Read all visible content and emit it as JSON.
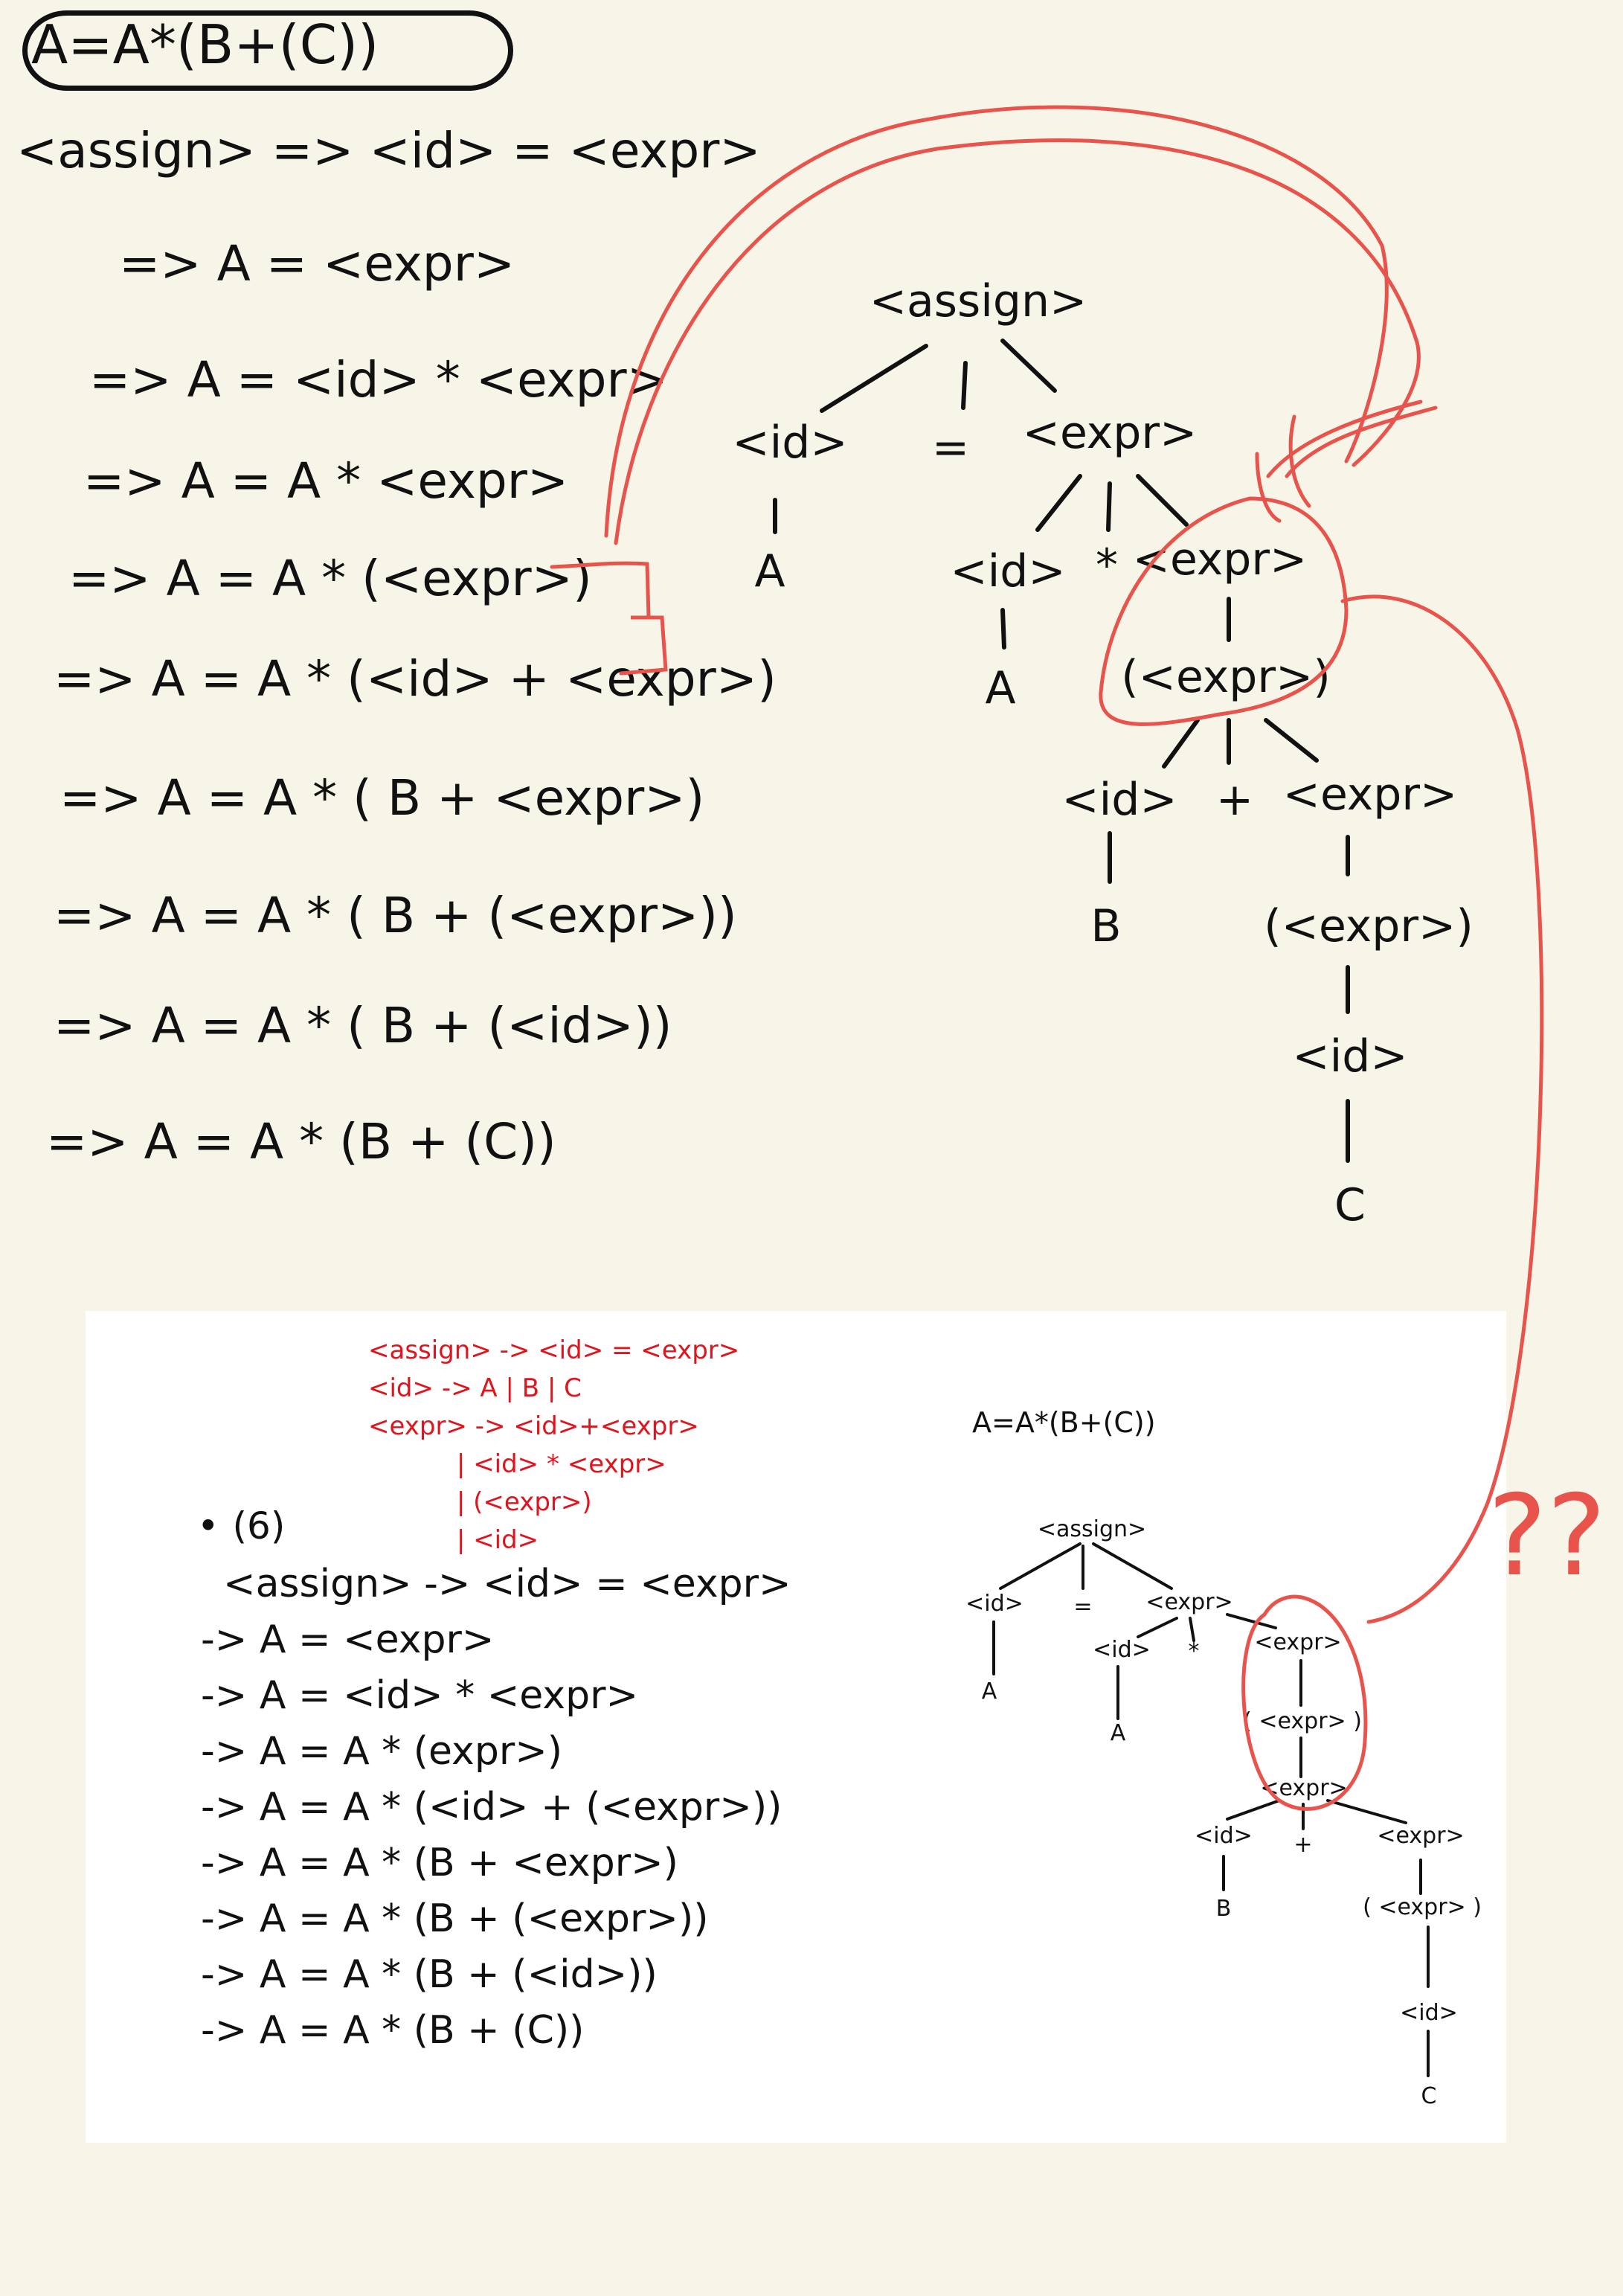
{
  "handwritten": {
    "title": "A=A*(B+(C))",
    "steps": [
      "<assign> => <id> = <expr>",
      "=> A = <expr>",
      "=> A = <id> * <expr>",
      "=> A = A * <expr>",
      "=> A = A * (<expr>)",
      "=> A = A * (<id> + <expr>)",
      "=> A = A * ( B + <expr>)",
      "=> A = A * ( B + (<expr>))",
      "=> A = A * ( B + (<id>))",
      "=> A = A * (B + (C))"
    ],
    "tree": {
      "assign": "<assign>",
      "id": "<id>",
      "eq": "=",
      "expr": "<expr>",
      "leaf_a": "A",
      "id2": "<id>",
      "star": "*",
      "expr2": "<expr>",
      "leaf_a2": "A",
      "paren_expr": "(<expr>)",
      "id3": "<id>",
      "plus": "+",
      "expr3": "<expr>",
      "leaf_b": "B",
      "paren_expr2": "(<expr>)",
      "id4": "<id>",
      "leaf_c": "C"
    },
    "question_marks": "??"
  },
  "slide": {
    "grammar": [
      "<assign> -> <id> = <expr>",
      "<id> -> A | B | C",
      "<expr> -> <id>+<expr>",
      "           | <id> * <expr>",
      "           | (<expr>)",
      "           | <id>"
    ],
    "bullet": "•",
    "problem_number": "(6)",
    "derivation": [
      "<assign> -> <id> = <expr>",
      "-> A = <expr>",
      "-> A = <id> * <expr>",
      "-> A = A * (expr>)",
      "-> A = A * (<id> + (<expr>))",
      "-> A = A * (B + <expr>)",
      "-> A = A * (B + (<expr>))",
      "-> A = A * (B + (<id>))",
      "-> A = A * (B + (C))"
    ],
    "tree_title": "A=A*(B+(C))",
    "tree": {
      "assign": "<assign>",
      "id": "<id>",
      "eq": "=",
      "expr": "<expr>",
      "leaf_a": "A",
      "id2": "<id>",
      "star": "*",
      "expr2": "<expr>",
      "leaf_a2": "A",
      "paren_expr": "( <expr> )",
      "expr3": "<expr>",
      "id3": "<id>",
      "plus": "+",
      "expr4": "<expr>",
      "leaf_b": "B",
      "paren_expr2": "( <expr> )",
      "id4": "<id>",
      "leaf_c": "C"
    }
  },
  "colors": {
    "background": "#f7f5e8",
    "ink": "#111111",
    "annotation_red": "#e8534c",
    "grammar_red": "#e0141c",
    "slide_bg": "#ffffff"
  }
}
